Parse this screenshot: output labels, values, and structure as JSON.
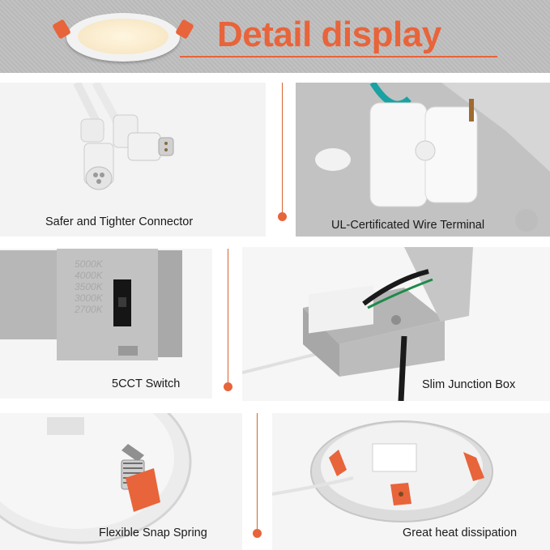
{
  "header": {
    "title": "Detail display",
    "accent_color": "#e8643a"
  },
  "details": [
    {
      "caption": "Safer and Tighter Connector"
    },
    {
      "caption": "UL-Certificated Wire Terminal"
    },
    {
      "caption": "5CCT Switch"
    },
    {
      "caption": "Slim Junction Box"
    },
    {
      "caption": "Flexible Snap Spring"
    },
    {
      "caption": "Great heat dissipation"
    }
  ],
  "switch_labels": [
    "5000K",
    "4000K",
    "3500K",
    "3000K",
    "2700K"
  ],
  "icons": [
    "panel-light-icon",
    "connector-image",
    "wire-terminal-image",
    "cct-switch-image",
    "junction-box-image",
    "snap-spring-image",
    "heat-dissipation-image"
  ]
}
